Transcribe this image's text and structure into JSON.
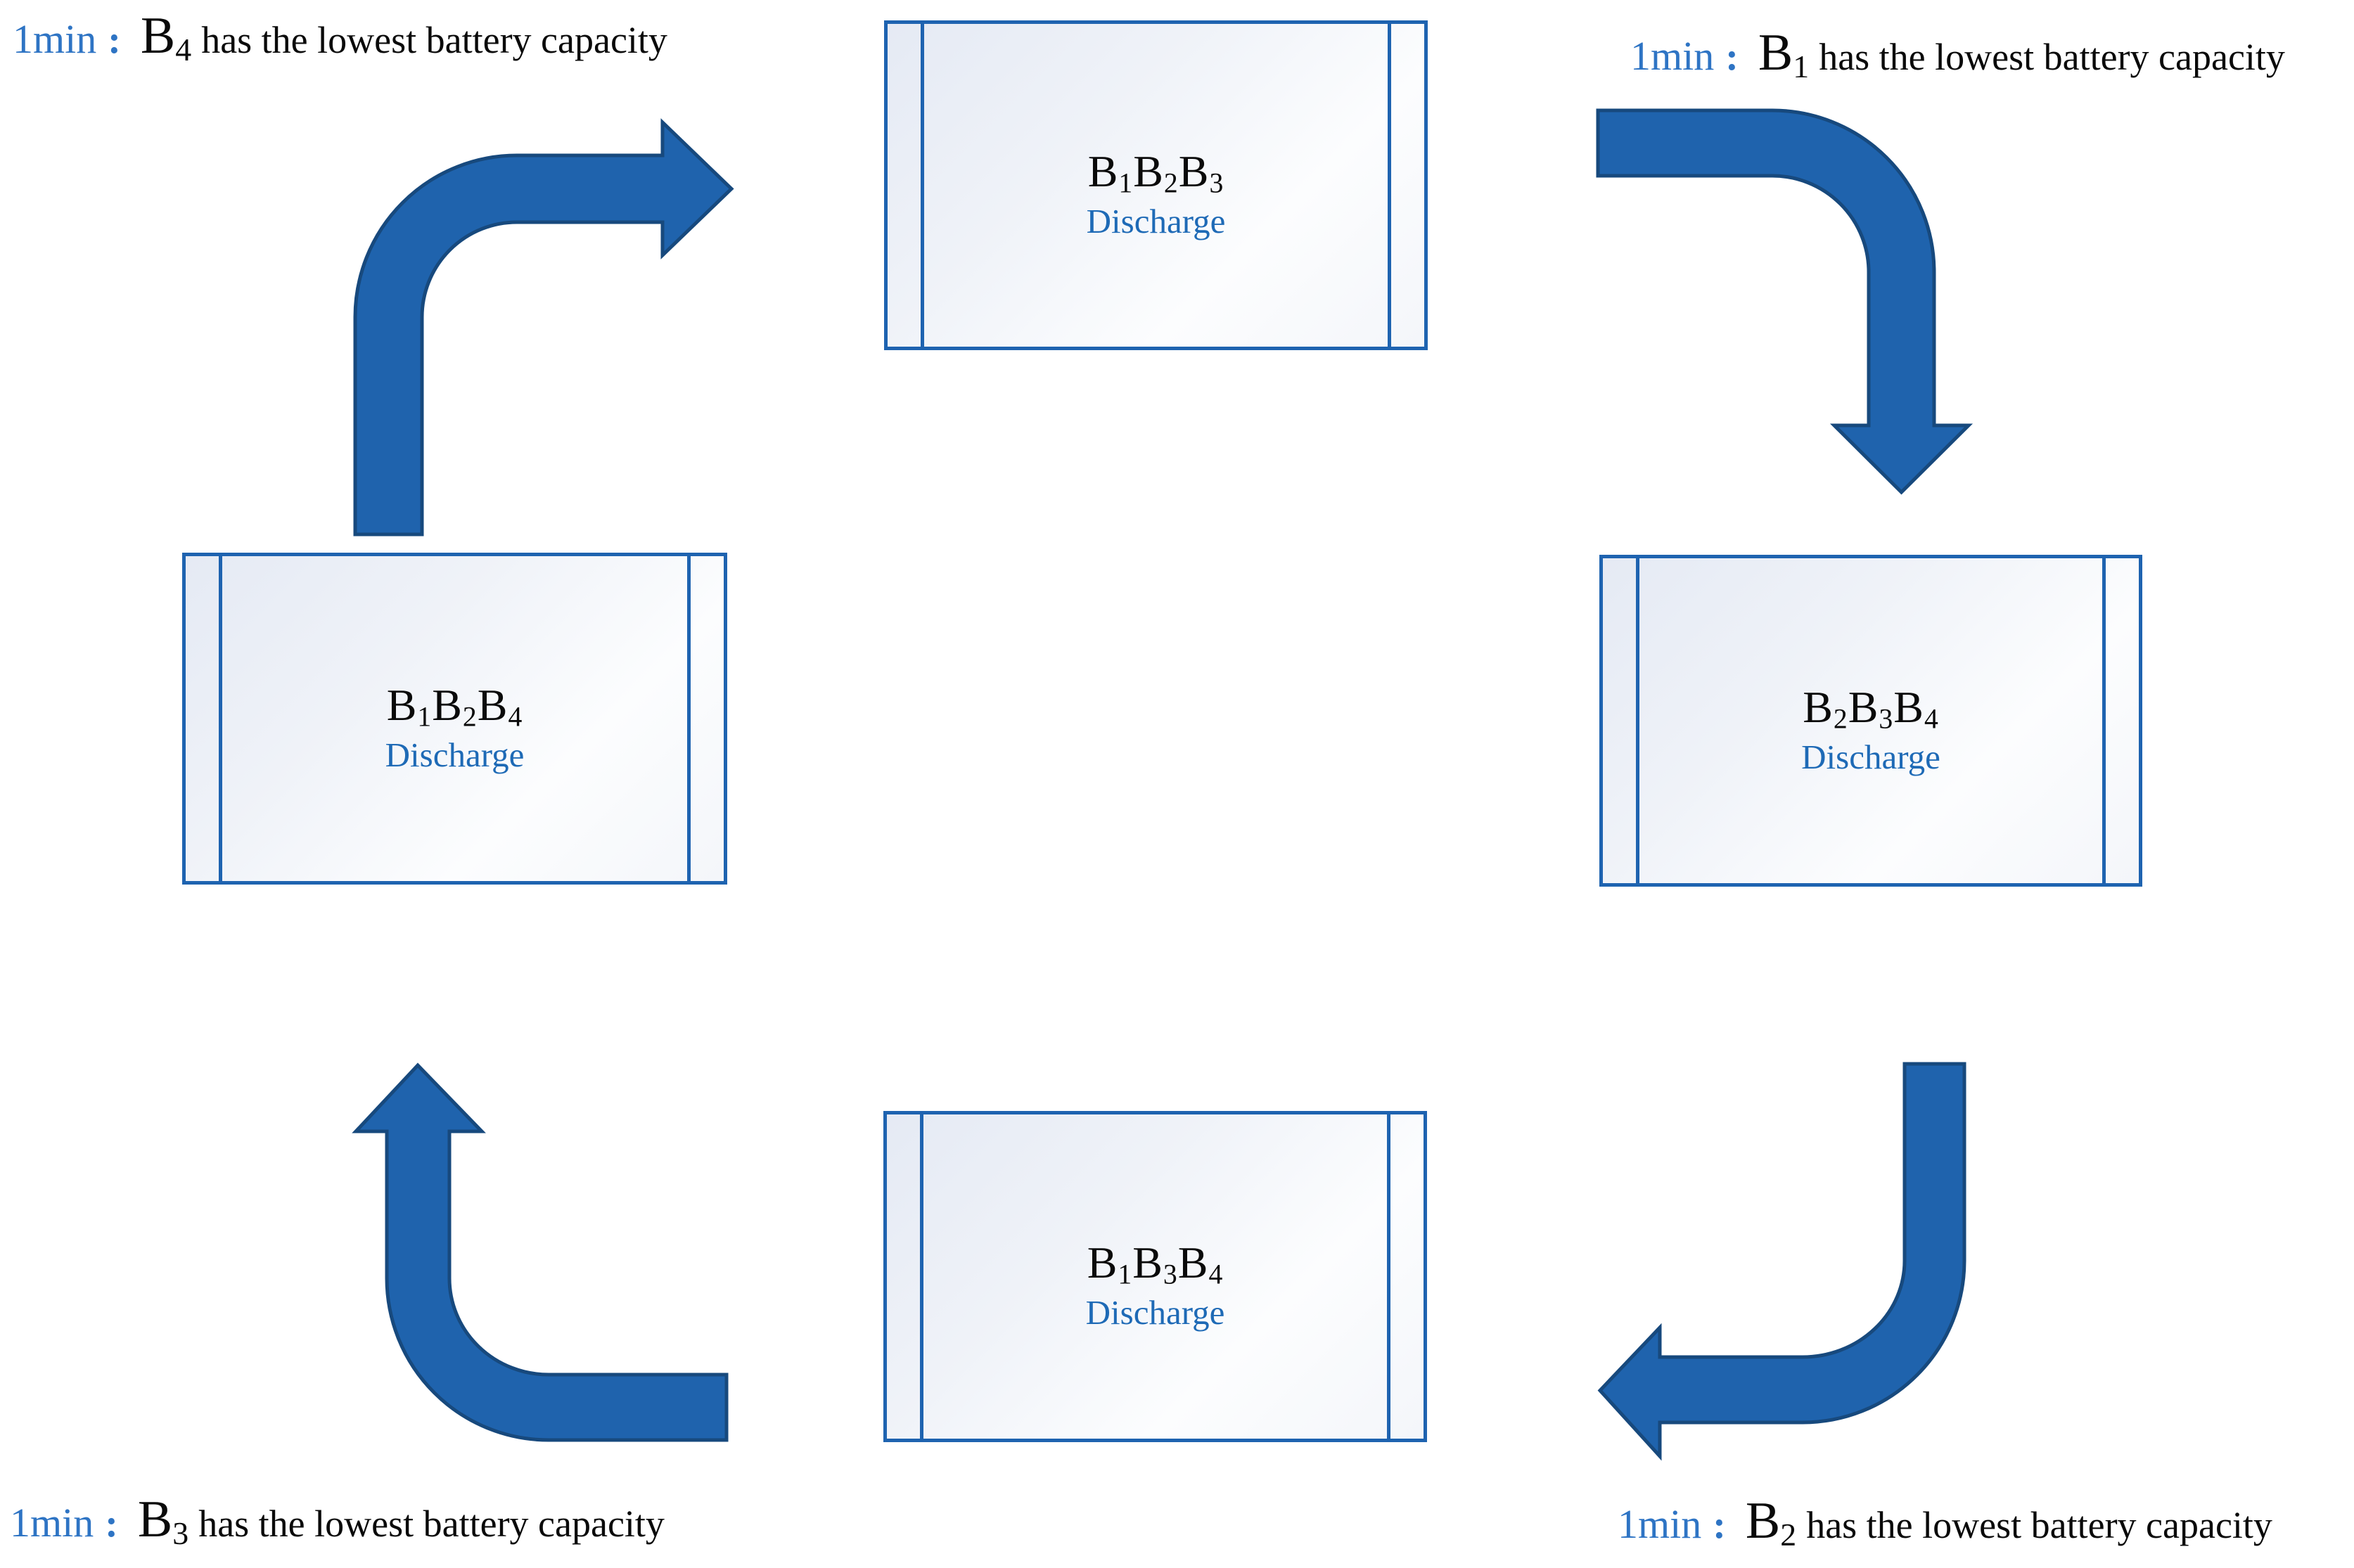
{
  "palette": {
    "box_border": "#1E63B0",
    "arrow_fill": "#1F63AD",
    "arrow_stroke": "#17497D",
    "time_blue": "#2E74C4",
    "discharge_blue": "#1E6AB6",
    "text_black": "#0A0A0A"
  },
  "boxes": [
    {
      "id": "top-box",
      "line1_parts": [
        [
          "B",
          "1"
        ],
        [
          "B",
          "2"
        ],
        [
          "B",
          "3"
        ]
      ],
      "line2": "Discharge"
    },
    {
      "id": "right-box",
      "line1_parts": [
        [
          "B",
          "2"
        ],
        [
          "B",
          "3"
        ],
        [
          "B",
          "4"
        ]
      ],
      "line2": "Discharge"
    },
    {
      "id": "bottom-box",
      "line1_parts": [
        [
          "B",
          "1"
        ],
        [
          "B",
          "3"
        ],
        [
          "B",
          "4"
        ]
      ],
      "line2": "Discharge"
    },
    {
      "id": "left-box",
      "line1_parts": [
        [
          "B",
          "1"
        ],
        [
          "B",
          "2"
        ],
        [
          "B",
          "4"
        ]
      ],
      "line2": "Discharge"
    }
  ],
  "corner_labels": [
    {
      "id": "label-top-left",
      "time": "1min",
      "colon": ":",
      "b": "B",
      "b_sub": "4",
      "suffix": "has the lowest battery capacity"
    },
    {
      "id": "label-top-right",
      "time": "1min",
      "colon": ":",
      "b": "B",
      "b_sub": "1",
      "suffix": "has the lowest battery capacity"
    },
    {
      "id": "label-bottom-right",
      "time": "1min",
      "colon": ":",
      "b": "B",
      "b_sub": "2",
      "suffix": "has the lowest battery capacity"
    },
    {
      "id": "label-bottom-left",
      "time": "1min",
      "colon": ":",
      "b": "B",
      "b_sub": "3",
      "suffix": "has the lowest battery capacity"
    }
  ],
  "arrows": [
    {
      "id": "arrow-left-to-top",
      "from": "left-box",
      "to": "top-box",
      "direction": "up-then-right"
    },
    {
      "id": "arrow-top-to-right",
      "from": "top-box",
      "to": "right-box",
      "direction": "right-then-down"
    },
    {
      "id": "arrow-right-to-bottom",
      "from": "right-box",
      "to": "bottom-box",
      "direction": "down-then-left"
    },
    {
      "id": "arrow-bottom-to-left",
      "from": "bottom-box",
      "to": "left-box",
      "direction": "left-then-up"
    }
  ]
}
